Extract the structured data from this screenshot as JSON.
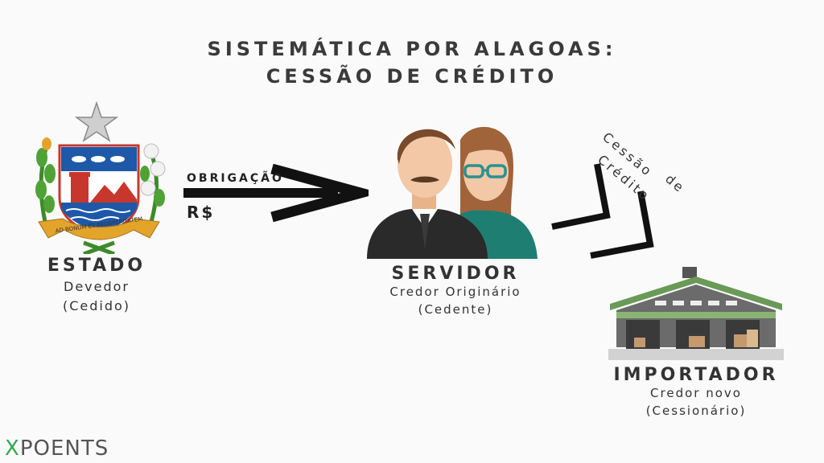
{
  "title": {
    "line1": "SISTEMÁTICA POR ALAGOAS:",
    "line2": "CESSÃO DE CRÉDITO"
  },
  "estado": {
    "label": "ESTADO",
    "sub1": "Devedor",
    "sub2": "(Cedido)",
    "motto": "AD BONUM ET PROSPERITATEM"
  },
  "arrow": {
    "top_label": "OBRIGAÇÃO",
    "bottom_label": "R$"
  },
  "servidor": {
    "label": "SERVIDOR",
    "sub1": "Credor Originário",
    "sub2": "(Cedente)"
  },
  "cessao": {
    "word1": "Cessão",
    "word2": "de",
    "word3": "Crédito"
  },
  "importador": {
    "label": "IMPORTADOR",
    "sub1": "Credor novo",
    "sub2": "(Cessionário)"
  },
  "brand": {
    "first": "X",
    "rest": "POENTS"
  },
  "colors": {
    "text": "#333333",
    "arrow": "#111111",
    "brand_accent": "#2fa84f",
    "warehouse_roof": "#6a9a57",
    "warehouse_wall": "#6b6b6b"
  }
}
